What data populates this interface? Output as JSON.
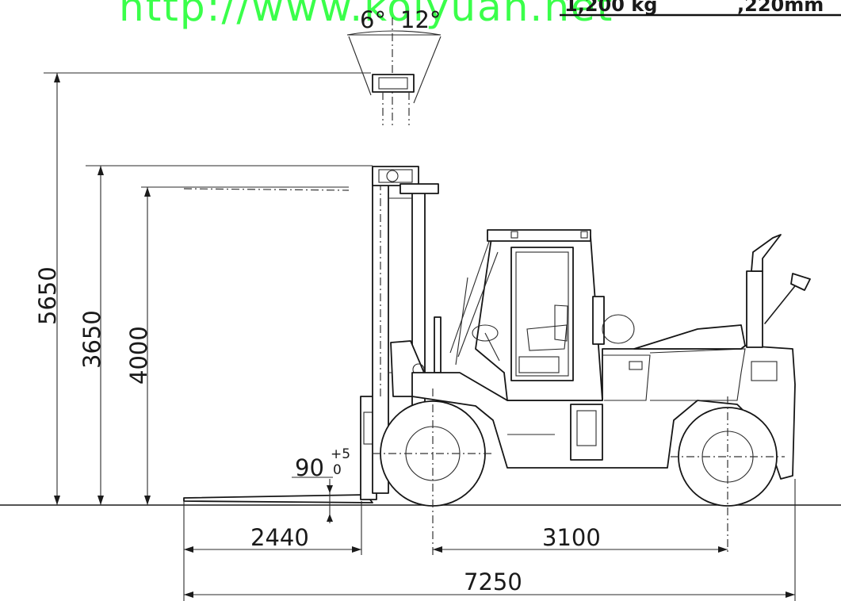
{
  "watermark": "http://www.kolyuan.net",
  "header_fragment": {
    "left": "1,200 kg",
    "right": ",220mm"
  },
  "angles": {
    "forward": "6°",
    "backward": "12°"
  },
  "dimensions": {
    "overall_height_extended": "5650",
    "max_lift_height": "3650",
    "lift_height_alt": "4000",
    "fork_angle": "90",
    "fork_tol_plus": "+5",
    "fork_tol_zero": "0",
    "fork_length": "2440",
    "wheelbase": "3100",
    "overall_length": "7250"
  }
}
